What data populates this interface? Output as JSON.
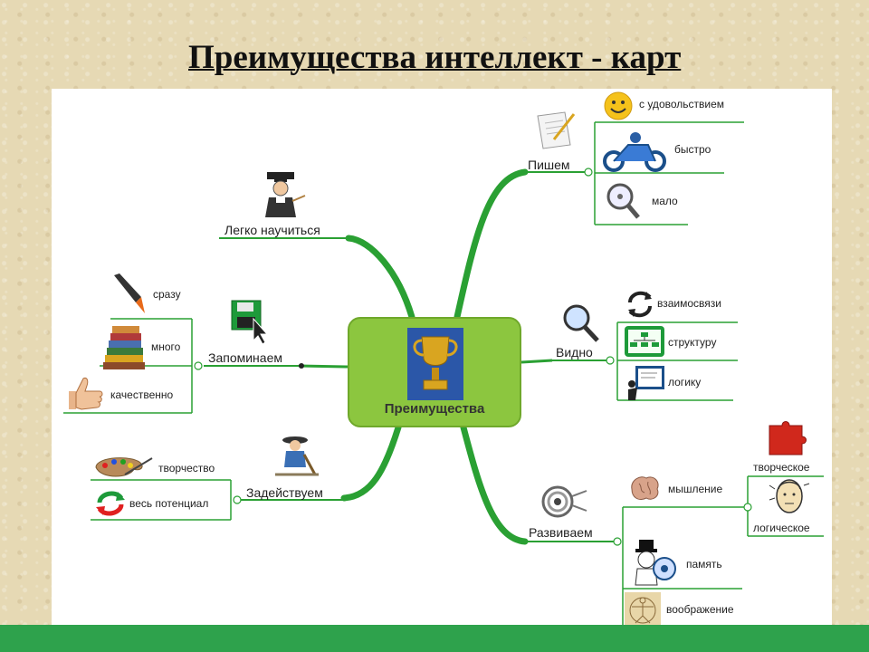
{
  "title": "Преимущества интеллект -  карт",
  "center": {
    "label": "Преимущества",
    "icon": "trophy-icon"
  },
  "branches": {
    "write": {
      "label": "Пишем",
      "icon": "paper-pen-icon",
      "items": [
        {
          "label": "с удовольствием",
          "icon": "smiley-icon"
        },
        {
          "label": "быстро",
          "icon": "motorcycle-icon"
        },
        {
          "label": "мало",
          "icon": "magnifier-icon"
        }
      ]
    },
    "learn": {
      "label": "Легко научиться",
      "icon": "professor-icon"
    },
    "remember": {
      "label": "Запоминаем",
      "icon": "save-disk-icon",
      "items": [
        {
          "label": "сразу",
          "icon": "pen-nib-icon"
        },
        {
          "label": "много",
          "icon": "books-icon"
        },
        {
          "label": "качественно",
          "icon": "thumbs-up-icon"
        }
      ]
    },
    "see": {
      "label": "Видно",
      "icon": "magnifier-icon",
      "items": [
        {
          "label": "взаимосвязи",
          "icon": "cycle-arrows-icon"
        },
        {
          "label": "структуру",
          "icon": "org-chart-icon"
        },
        {
          "label": "логику",
          "icon": "presentation-icon"
        }
      ]
    },
    "use": {
      "label": "Задействуем",
      "icon": "gardener-icon",
      "items": [
        {
          "label": "творчество",
          "icon": "palette-icon"
        },
        {
          "label": "весь потенциал",
          "icon": "refresh-icon"
        }
      ]
    },
    "develop": {
      "label": "Развиваем",
      "icon": "whirl-icon",
      "items": [
        {
          "label": "мышление",
          "icon": "brain-icon",
          "sub": [
            {
              "label": "творческое",
              "icon": "puzzle-icon"
            },
            {
              "label": "логическое",
              "icon": "head-icon"
            }
          ]
        },
        {
          "label": "память",
          "icon": "magician-icon"
        },
        {
          "label": "воображение",
          "icon": "vitruvian-icon"
        }
      ]
    }
  },
  "colors": {
    "branch": "#2aa033",
    "center": "#8cc63f",
    "sub_line": "#2aa033",
    "bottom_bar": "#2ea24c"
  }
}
